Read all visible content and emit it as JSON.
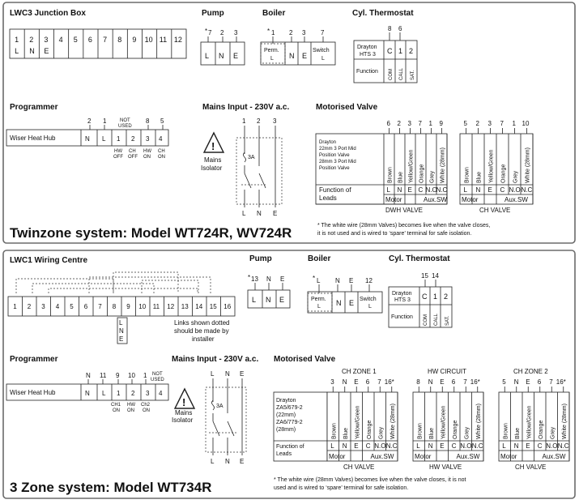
{
  "top": {
    "title": "LWC3 Junction Box",
    "terminals": [
      "1",
      "2",
      "3",
      "4",
      "5",
      "6",
      "7",
      "8",
      "9",
      "10",
      "11",
      "12"
    ],
    "sub": [
      "L",
      "N",
      "E"
    ],
    "pump": {
      "title": "Pump",
      "nums": [
        "7",
        "2",
        "3"
      ],
      "cells": [
        "L",
        "N",
        "E"
      ]
    },
    "boiler": {
      "title": "Boiler",
      "nums": [
        "1",
        "2",
        "3",
        "7"
      ],
      "perm1": "Perm.",
      "perm2": "L",
      "n": "N",
      "e": "E",
      "sw1": "Switch",
      "sw2": "L"
    },
    "cyl": {
      "title": "Cyl. Thermostat",
      "nums": [
        "8",
        "6"
      ],
      "brand1": "Drayton",
      "brand2": "HTS 3",
      "c": "C",
      "one": "1",
      "two": "2",
      "func": "Function",
      "com": "COM",
      "call": "CALL",
      "sat": "SAT."
    },
    "programmer": {
      "title": "Programmer",
      "device": "Wiser Heat Hub",
      "nums": [
        "2",
        "1",
        "NOT",
        "USED",
        "8",
        "5"
      ],
      "cells": [
        "N",
        "L",
        "1",
        "2",
        "3",
        "4"
      ],
      "below": [
        "HW",
        "OFF",
        "CH",
        "OFF",
        "HW",
        "ON",
        "CH",
        "ON"
      ]
    },
    "mains": {
      "title": "Mains Input - 230V a.c.",
      "nums": [
        "1",
        "2",
        "3"
      ],
      "fuse": "3A",
      "iso1": "Mains",
      "iso2": "Isolator",
      "lne": [
        "L",
        "N",
        "E"
      ]
    },
    "valve": {
      "title": "Motorised Valve",
      "dwh": {
        "nums": [
          "6",
          "2",
          "3",
          "7",
          "1",
          "9"
        ],
        "desc": [
          "Drayton",
          "22mm 3 Port Mid",
          "Position Valve",
          "28mm 3 Port Mid",
          "Position Valve"
        ],
        "cols": [
          "Brown",
          "Blue",
          "Yellow/Green",
          "Orange",
          "Grey",
          "White (28mm)"
        ],
        "func1": "Function of",
        "func2": "Leads",
        "row1": [
          "L",
          "N",
          "E",
          "C",
          "N.O",
          "N.C"
        ],
        "motor": "Motor",
        "aux": "Aux.SW",
        "label": "DWH VALVE"
      },
      "ch": {
        "nums": [
          "5",
          "2",
          "3",
          "7",
          "1",
          "10"
        ],
        "cols": [
          "Brown",
          "Blue",
          "Yellow/Green",
          "Orange",
          "Grey",
          "White (28mm)"
        ],
        "row1": [
          "L",
          "N",
          "E",
          "C",
          "N.O",
          "N.C"
        ],
        "motor": "Motor",
        "aux": "Aux.SW",
        "label": "CH VALVE"
      }
    },
    "note1": "* The white wire (28mm Valves) becomes live when the valve closes,",
    "note2": "it is not used and is wired to ‘spare’ terminal for safe isolation.",
    "system": "Twinzone system: Model WT724R, WV724R"
  },
  "bottom": {
    "title": "LWC1 Wiring Centre",
    "terminals": [
      "1",
      "2",
      "3",
      "4",
      "5",
      "6",
      "7",
      "8",
      "9",
      "10",
      "11",
      "12",
      "13",
      "14",
      "15",
      "16"
    ],
    "lne": [
      "L",
      "N",
      "E"
    ],
    "dotted1": "Links shown dotted",
    "dotted2": "should be made by",
    "dotted3": "installer",
    "pump": {
      "title": "Pump",
      "nums": [
        "13",
        "N",
        "E"
      ],
      "cells": [
        "L",
        "N",
        "E"
      ]
    },
    "boiler": {
      "title": "Boiler",
      "nums": [
        "L",
        "N",
        "E",
        "12"
      ],
      "perm1": "Perm.",
      "perm2": "L",
      "n": "N",
      "e": "E",
      "sw1": "Switch",
      "sw2": "L"
    },
    "cyl": {
      "title": "Cyl. Thermostat",
      "nums": [
        "15",
        "14"
      ],
      "brand1": "Drayton",
      "brand2": "HTS 3",
      "c": "C",
      "one": "1",
      "two": "2",
      "func": "Function",
      "com": "COM",
      "call": "CALL",
      "sat": "SAT."
    },
    "programmer": {
      "title": "Programmer",
      "device": "Wiser Heat Hub",
      "nums": [
        "N",
        "11",
        "9",
        "10",
        "1",
        "NOT",
        "USED"
      ],
      "cells": [
        "N",
        "L",
        "1",
        "2",
        "3",
        "4"
      ],
      "below": [
        "CH1",
        "ON",
        "HW",
        "ON",
        "Ch2",
        "ON"
      ]
    },
    "mains": {
      "title": "Mains Input - 230V a.c.",
      "nums": [
        "L",
        "N",
        "E"
      ],
      "fuse": "3A",
      "iso1": "Mains",
      "iso2": "Isolator",
      "lne": [
        "L",
        "N",
        "E"
      ]
    },
    "valve": {
      "title": "Motorised Valve",
      "desc": [
        "Drayton",
        "ZA5/679-2",
        "(22mm)",
        "ZA6/779-2",
        "(28mm)"
      ],
      "func1": "Function of",
      "func2": "Leads",
      "zone1": {
        "head": "CH ZONE 1",
        "nums": [
          "3",
          "N",
          "E",
          "6",
          "7",
          "16*"
        ],
        "label": "CH VALVE"
      },
      "hw": {
        "head": "HW CIRCUIT",
        "nums": [
          "8",
          "N",
          "E",
          "6",
          "7",
          "16*"
        ],
        "label": "HW VALVE"
      },
      "zone2": {
        "head": "CH ZONE 2",
        "nums": [
          "5",
          "N",
          "E",
          "6",
          "7",
          "16*"
        ],
        "label": "CH VALVE"
      },
      "cols": [
        "Brown",
        "Blue",
        "Yellow/Green",
        "Orange",
        "Grey",
        "White (28mm)"
      ],
      "row1": [
        "L",
        "N",
        "E",
        "C",
        "N.O",
        "N.C"
      ],
      "motor": "Motor",
      "aux": "Aux.SW"
    },
    "note1": "* The white wire (28mm Valves) becomes live when the valve closes, it is not",
    "note2": "used and is wired to ‘spare’ terminal for safe isolation.",
    "system": "3 Zone system: Model WT734R"
  }
}
